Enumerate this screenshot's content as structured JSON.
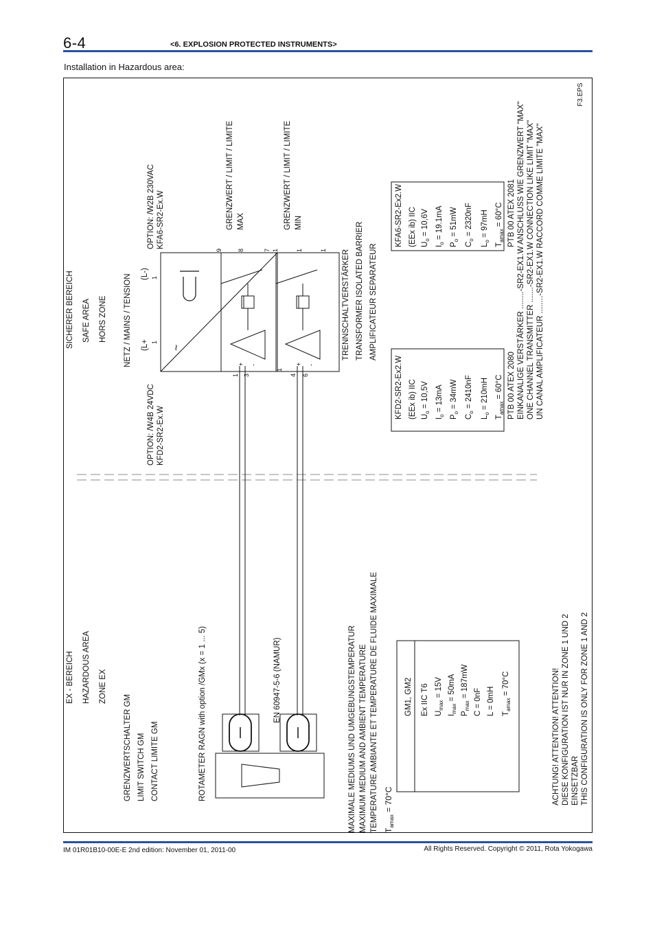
{
  "header": {
    "page_number": "6-4",
    "chapter_title": "<6. EXPLOSION PROTECTED INSTRUMENTS>",
    "section_label": "Installation in Hazardous area:"
  },
  "footer": {
    "doc_id": "IM 01R01B10-00E-E    2nd edition: November 01, 2011-00",
    "copyright": "All Rights Reserved. Copyright © 2011, Rota Yokogawa"
  },
  "colors": {
    "rule": "#2a4f9e",
    "line": "#111111"
  },
  "diagram": {
    "figure_id": "F3.EPS",
    "safe_area": [
      "SICHERER BEREICH",
      "SAFE AREA",
      "HORS ZONE"
    ],
    "hazardous_area": [
      "EX - BEREICH",
      "HAZARDOUS AREA",
      "ZONE EX"
    ],
    "limit_switch": [
      "GRENZWERTSCHALTER GM",
      "LIMIT SWITCH GM",
      "CONTACT LIMITE GM"
    ],
    "rotameter": "ROTAMETER RAGN with option /GMx (x = 1 ... 5)",
    "namur": "EN 60947-5-6 (NAMUR)",
    "ambient": [
      "MAXIMALE MEDIUMS UND UMGEBUNGSTEMPERATUR",
      "MAXIMUM MEDIUM AND AMBIENT TEMPERATURE",
      "TEMPERATURE AMBIANTE ET TEMPERATURE DE FLUIDE MAXIMALE"
    ],
    "tamax_label": "T",
    "tamax_sub": "amax",
    "tamax_value": " = 70°C",
    "gm_box": {
      "title": "GM1, GM2",
      "type": "Ex IIC T6",
      "rows": [
        {
          "sym": "U",
          "sub": "max",
          "val": " = 15V"
        },
        {
          "sym": "I",
          "sub": "max",
          "val": " = 50mA"
        },
        {
          "sym": "P",
          "sub": "max",
          "val": " = 187mW"
        },
        {
          "sym": "C",
          "sub": "",
          "val": "     = 0nF"
        },
        {
          "sym": "L",
          "sub": "",
          "val": "     = 0mH"
        },
        {
          "sym": "T",
          "sub": "amax",
          "val": " = 70°C"
        }
      ]
    },
    "attention": [
      "ACHTUNG! ATTENTION! ATTENTION!",
      "DIESE KONFIGURATION IST NUR IN ZONE 1 UND 2",
      "EINSETZBAR",
      "THIS CONFIGURATION IS ONLY FOR ZONE 1 AND 2"
    ],
    "option_w4b": [
      "OPTION: /W4B 24VDC",
      "KFD2-SR2-Ex.W"
    ],
    "option_w2b": [
      "OPTION: /W2B 230VAC",
      "KFA6-SR2-Ex.W"
    ],
    "mains": "NETZ / MAINS / TENSION",
    "l_plus": "(L+",
    "l_minus": "(L-)",
    "barrier": [
      "TRENNSCHALTVERSTÄRKER",
      "TRANSFORMER ISOLATED BARRIER",
      "AMPLIFICATEUR SEPARATEUR"
    ],
    "limit_max": [
      "GRENZWERT / LIMIT / LIMITE",
      "MAX"
    ],
    "limit_min": [
      "GRENZWERT / LIMIT / LIMITE",
      "MIN"
    ],
    "terminals": {
      "t1": "1",
      "t3": "3",
      "t4": "4",
      "t6": "6",
      "t9": "9",
      "t8": "8",
      "t7": "7",
      "p1": "+",
      "m1": "-",
      "p2": "+",
      "m2": "-",
      "n1": "1",
      "n2": "1",
      "n3": "1",
      "n4": "1",
      "n5": "1",
      "n6": "1"
    },
    "kfd2_box": {
      "title": "KFD2-SR2-Ex2.W",
      "type": "(EEx ib) IIC",
      "rows": [
        {
          "sym": "U",
          "sub": "o",
          "val": " = 10,5V"
        },
        {
          "sym": "I",
          "sub": "o",
          "val": " = 13mA"
        },
        {
          "sym": "P",
          "sub": "o",
          "val": " = 34mW"
        },
        {
          "sym": "C",
          "sub": "o",
          "val": " = 2410nF"
        },
        {
          "sym": "L",
          "sub": "o",
          "val": " = 210mH"
        },
        {
          "sym": "T",
          "sub": "amax",
          "val": " = 60°C"
        }
      ]
    },
    "kfa6_box": {
      "title": "KFA6-SR2-Ex2.W",
      "type": "(EEx ib) IIC",
      "rows": [
        {
          "sym": "U",
          "sub": "o",
          "val": " = 10,6V"
        },
        {
          "sym": "I",
          "sub": "o",
          "val": " = 19.1mA"
        },
        {
          "sym": "P",
          "sub": "o",
          "val": " = 51mW"
        },
        {
          "sym": "C",
          "sub": "o",
          "val": " = 2320nF"
        },
        {
          "sym": "L",
          "sub": "o",
          "val": " = 97mH"
        },
        {
          "sym": "T",
          "sub": "amax",
          "val": " = 60°C"
        }
      ]
    },
    "ptb_2080": "PTB 00 ATEX 2080",
    "ptb_2081": "PTB 00 ATEX 2081",
    "connection_notes": [
      "EINKANALIGE VERSTÄRKER ........-SR2-EX1.W ANSCHLUSS WIE GRENZWERT \"MAX\"",
      "ONE CHANNEL TRANSMITTER .......-SR2-EX1.W CONNECTION LIKE LIMIT \"MAX\"",
      "UN CANAL AMPLIFICATEUR ........-SR2-EX1.W RACCORD COMME LIMITE \"MAX\""
    ]
  }
}
